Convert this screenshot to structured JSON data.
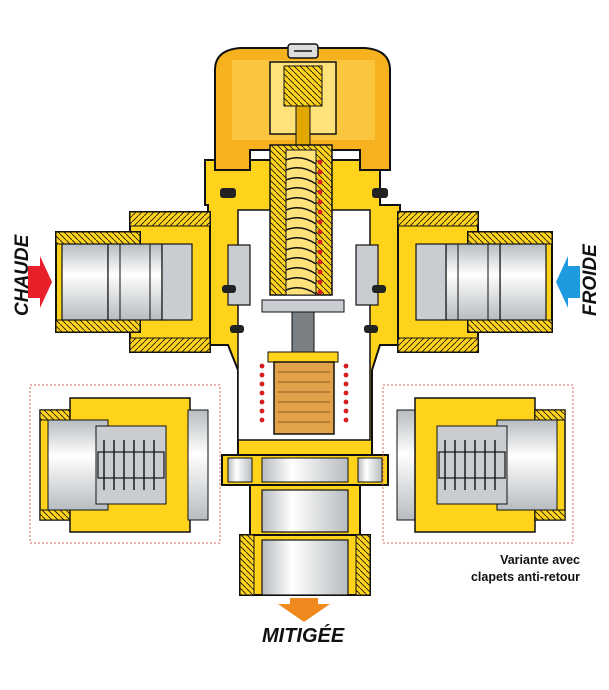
{
  "labels": {
    "hot_inlet": "CHAUDE",
    "cold_inlet": "FROIDE",
    "mixed_outlet": "MITIGÉE",
    "variant_line1": "Variante avec",
    "variant_line2": "clapets anti-retour"
  },
  "colors": {
    "brass": "#FFD21C",
    "brass_dark": "#E0A800",
    "knob": "#F6B21E",
    "hot_arrow": "#E8202A",
    "cold_arrow": "#1E9BE0",
    "outlet_arrow": "#F08A1E",
    "spring_dots": "#D91E1E",
    "piston": "#E2A24A",
    "steel": "#C9CDD1",
    "outline": "#111111",
    "dashed_frame": "#E06060"
  },
  "icons": {
    "hot_arrow": "arrow-right-icon",
    "cold_arrow": "arrow-left-icon",
    "outlet_arrow": "arrow-down-icon"
  }
}
